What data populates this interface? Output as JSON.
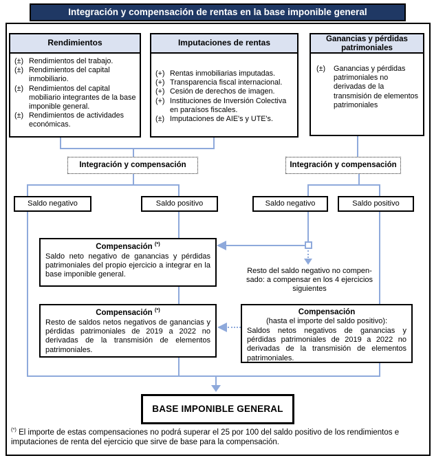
{
  "title": "Integración y compensación de rentas en la base imponible general",
  "columns": [
    {
      "header": "Rendimientos",
      "items": [
        {
          "sign": "(±)",
          "text": "Rendimientos del trabajo."
        },
        {
          "sign": "(±)",
          "text": "Rendimientos del capital inmobiliario."
        },
        {
          "sign": "(±)",
          "text": "Rendimientos del capital mobiliario integrantes de la base imponible general."
        },
        {
          "sign": "(±)",
          "text": "Rendimientos de actividades económicas."
        }
      ]
    },
    {
      "header": "Imputaciones de rentas",
      "items": [
        {
          "sign": "(+)",
          "text": "Rentas inmobiliarias imputadas."
        },
        {
          "sign": "(+)",
          "text": "Transparencia fiscal internacional."
        },
        {
          "sign": "(+)",
          "text": "Cesión de derechos de imagen."
        },
        {
          "sign": "(+)",
          "text": "Instituciones de Inversión Colectiva en paraísos fiscales."
        },
        {
          "sign": "(±)",
          "text": "Imputaciones de AIE's y UTE's."
        }
      ]
    },
    {
      "header": "Ganancias y pérdidas patrimoniales",
      "items": [
        {
          "sign": "(±)",
          "text": "Ganancias y pérdidas patrimoniales no derivadas de la transmisión de elementos patrimoniales"
        }
      ]
    }
  ],
  "integration_boxes": [
    {
      "label": "Integración y compensación"
    },
    {
      "label": "Integración y compensación"
    }
  ],
  "saldo_boxes": [
    {
      "label": "Saldo negativo"
    },
    {
      "label": "Saldo positivo"
    },
    {
      "label": "Saldo negativo"
    },
    {
      "label": "Saldo positivo"
    }
  ],
  "comp1": {
    "title": "Compensación",
    "marker": "(*)",
    "body": "Saldo neto negativo de ganancias y pérdidas patrimoniales del propio ejercicio a integrar en la base imponible general."
  },
  "comp2": {
    "title": "Compensación",
    "marker": "(*)",
    "body": "Resto de saldos netos negativos de ganancias y pérdidas patrimoniales de 2019 a 2022 no derivadas de la transmisión de elementos patrimoniales."
  },
  "comp3": {
    "title": "Compensación",
    "subtitle": "(hasta el importe del saldo positivo):",
    "body": "Saldos netos negativos de ganancias y pérdidas patrimoniales de 2019 a 2022 no derivadas de la transmisión de elementos patrimoniales."
  },
  "resto_lines": [
    "Resto del saldo negativo no compen-",
    "sado: a compensar en los 4 ejercicios",
    "siguientes"
  ],
  "base_label": "BASE IMPONIBLE GENERAL",
  "footnote": {
    "marker": "(*)",
    "text": "El importe de estas compensaciones no podrá superar el 25 por 100 del saldo positivo de los rendimientos e imputaciones de renta del ejercicio que sirve de base para la compensación."
  },
  "colors": {
    "line": "#8ea9db",
    "title_bg": "#1f3864",
    "header_bg": "#dbe2f1"
  }
}
